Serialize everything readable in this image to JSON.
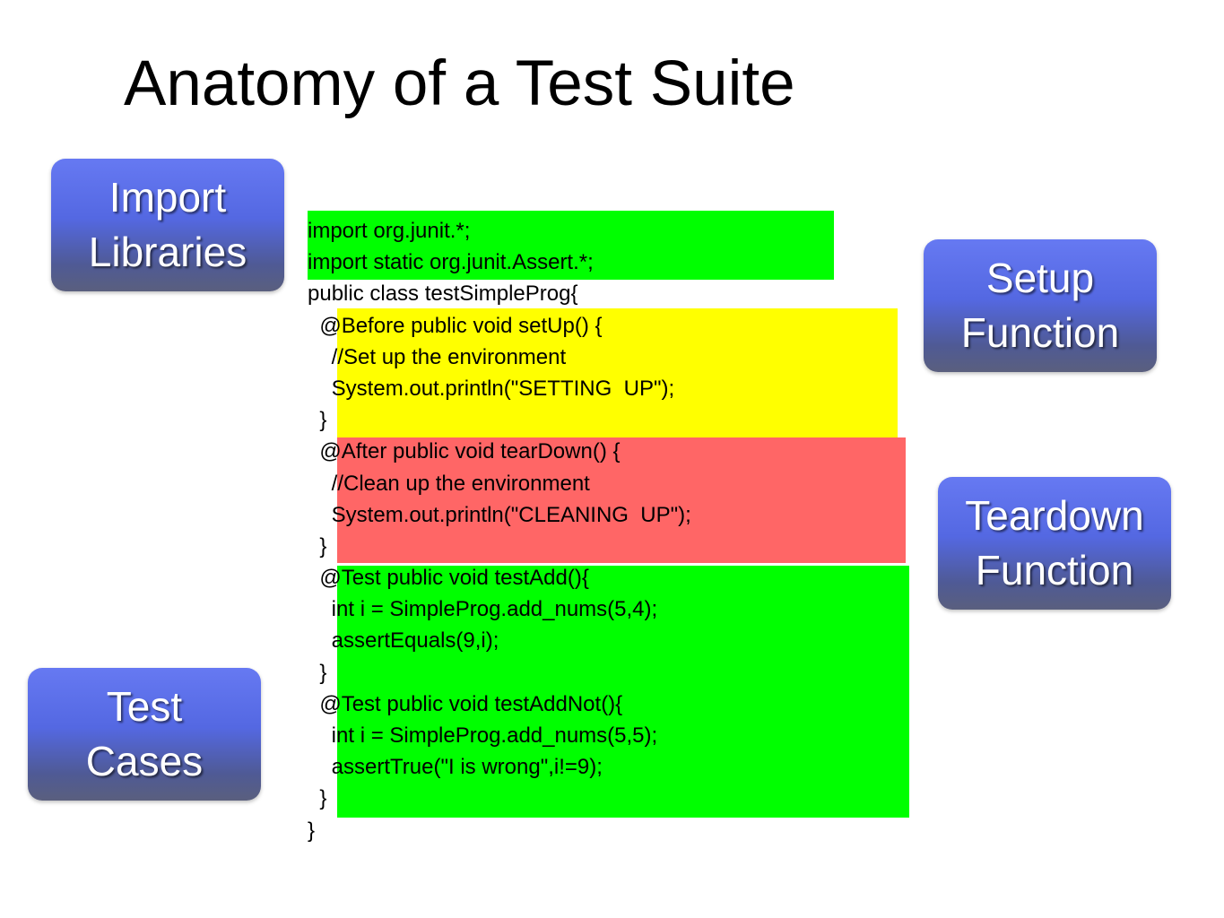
{
  "title": "Anatomy of a Test Suite",
  "labels": {
    "import": [
      "Import",
      "Libraries"
    ],
    "setup": [
      "Setup",
      "Function"
    ],
    "teardown": [
      "Teardown",
      "Function"
    ],
    "tests": [
      "Test",
      "Cases"
    ]
  },
  "code_lines": [
    "import org.junit.*;",
    "import static org.junit.Assert.*;",
    "public class testSimpleProg{",
    "  @Before public void setUp() {",
    "    //Set up the environment",
    "    System.out.println(\"SETTING  UP\");",
    "  }",
    "  @After public void tearDown() {",
    "    //Clean up the environment",
    "    System.out.println(\"CLEANING  UP\");",
    "  }",
    "  @Test public void testAdd(){",
    "    int i = SimpleProg.add_nums(5,4);",
    "    assertEquals(9,i);",
    "  }",
    "  @Test public void testAddNot(){",
    "    int i = SimpleProg.add_nums(5,5);",
    "    assertTrue(\"I is wrong\",i!=9);",
    "  }",
    "}"
  ],
  "colors": {
    "import_highlight": "#00ff00",
    "setup_highlight": "#ffff00",
    "teardown_highlight": "#ff6666",
    "tests_highlight": "#00ff00",
    "label_fill": "#5a6ee8",
    "label_text": "#ffffff"
  }
}
